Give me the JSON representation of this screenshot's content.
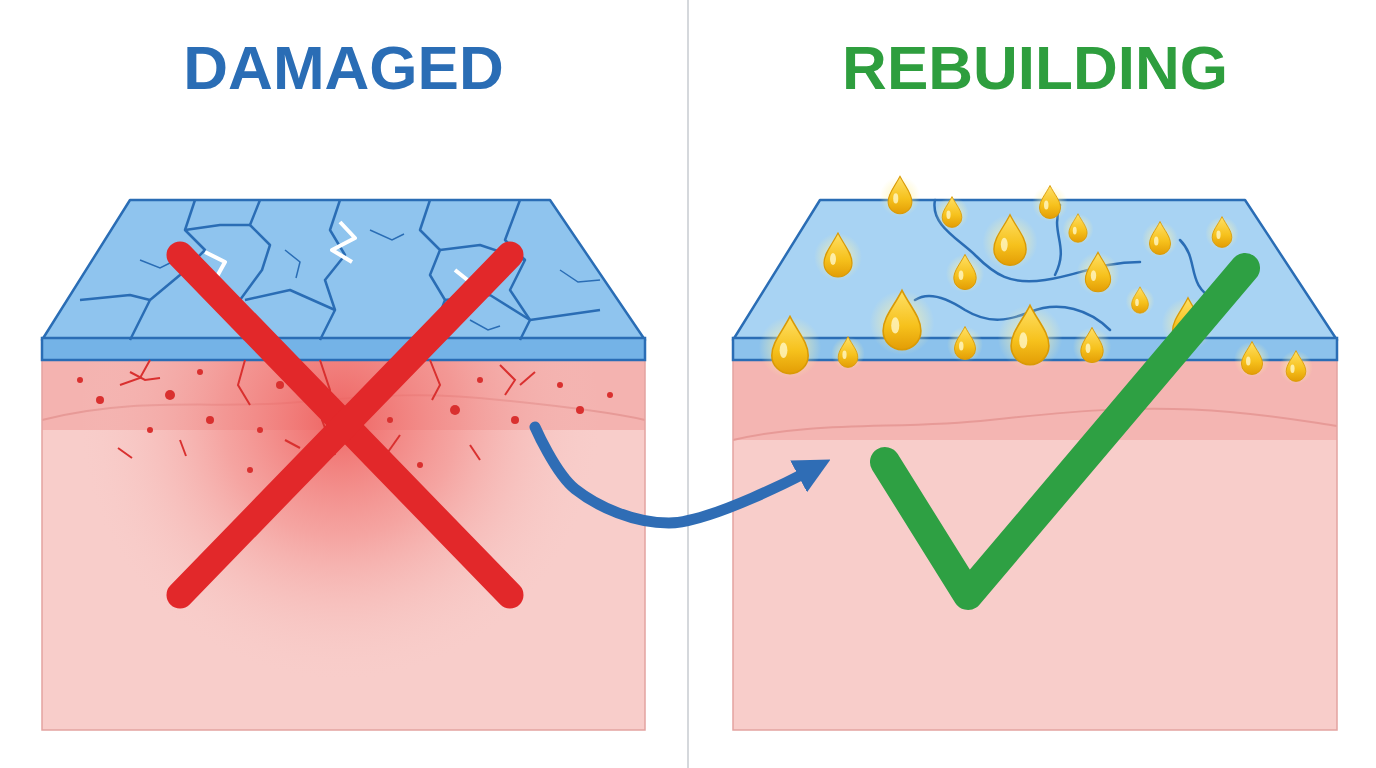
{
  "diagram": {
    "nodes": [
      {
        "text": [
          "DAMAGED"
        ]
      },
      {
        "text": [
          "REBUILDING"
        ]
      }
    ],
    "edges": [
      {
        "from": 0,
        "to": 1,
        "arrow": "to"
      }
    ]
  }
}
